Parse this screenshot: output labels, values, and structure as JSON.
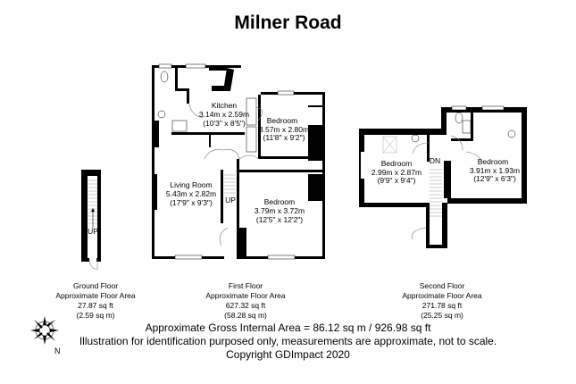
{
  "title": "Milner Road",
  "floors": [
    {
      "name": "Ground Floor",
      "area_label": "Approximate Floor Area",
      "area_sqft": "27.87 sq ft",
      "area_sqm": "(2.59 sq m)",
      "stair_label": "UP"
    },
    {
      "name": "First Floor",
      "area_label": "Approximate Floor Area",
      "area_sqft": "627.32 sq ft",
      "area_sqm": "(58.28 sq m)",
      "stair_label": "UP",
      "rooms": [
        {
          "name": "Kitchen",
          "metric": "3.14m x 2.59m",
          "imperial": "(10'3\" x 8'5\")"
        },
        {
          "name": "Bedroom",
          "metric": "3.57m x 2.80m",
          "imperial": "(11'8\" x 9'2\")"
        },
        {
          "name": "Living Room",
          "metric": "5.43m x 2.82m",
          "imperial": "(17'9\" x 9'3\")"
        },
        {
          "name": "Bedroom",
          "metric": "3.79m x 3.72m",
          "imperial": "(12'5\" x 12'2\")"
        }
      ]
    },
    {
      "name": "Second Floor",
      "area_label": "Approximate Floor Area",
      "area_sqft": "271.78 sq ft",
      "area_sqm": "(25.25 sq m)",
      "stair_label": "DN",
      "rooms": [
        {
          "name": "Bedroom",
          "metric": "2.99m x 2.87m",
          "imperial": "(9'9\" x 9'4\")"
        },
        {
          "name": "Bedroom",
          "metric": "3.91m x 1.93m",
          "imperial": "(12'9\" x 6'3\")"
        }
      ]
    }
  ],
  "footer": {
    "gross_area": "Approximate Gross Internal Area = 86.12 sq m / 926.98 sq ft",
    "disclaimer": "Illustration for identification purposed only, measurements are approximate, not to scale.",
    "copyright": "Copyright GDImpact 2020"
  },
  "compass": {
    "north_label": "N"
  }
}
